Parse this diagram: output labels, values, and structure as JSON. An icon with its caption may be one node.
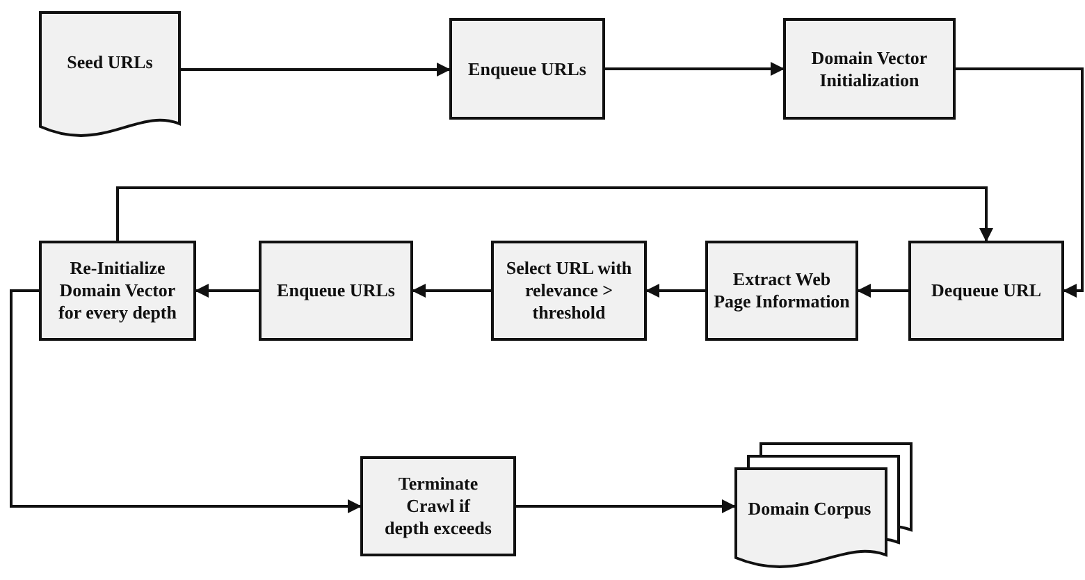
{
  "diagram": {
    "nodes": [
      {
        "text": [
          "Seed URLs"
        ]
      },
      {
        "text": [
          "Enqueue URLs"
        ]
      },
      {
        "text": [
          "Domain Vector Initialization"
        ]
      },
      {
        "text": [
          "Re-Initialize Domain Vector for every depth"
        ]
      },
      {
        "text": [
          "Enqueue URLs"
        ]
      },
      {
        "text": [
          "Select URL with relevance > threshold"
        ]
      },
      {
        "text": [
          "Extract Web Page Information"
        ]
      },
      {
        "text": [
          "Dequeue URL"
        ]
      },
      {
        "text": [
          "Terminate Crawl if depth exceeds"
        ]
      },
      {
        "text": [
          "Domain Corpus"
        ]
      }
    ],
    "edges": [
      {
        "from": 0,
        "to": 1,
        "arrow": "to"
      },
      {
        "from": 1,
        "to": 2,
        "arrow": "to"
      },
      {
        "from": 2,
        "to": 7,
        "arrow": "to"
      },
      {
        "from": 7,
        "to": 6,
        "arrow": "to"
      },
      {
        "from": 6,
        "to": 5,
        "arrow": "to"
      },
      {
        "from": 5,
        "to": 4,
        "arrow": "to"
      },
      {
        "from": 4,
        "to": 3,
        "arrow": "to"
      },
      {
        "from": 3,
        "to": 7,
        "arrow": "to"
      },
      {
        "from": 3,
        "to": 8,
        "arrow": "to"
      },
      {
        "from": 8,
        "to": 9,
        "arrow": "to"
      }
    ]
  }
}
